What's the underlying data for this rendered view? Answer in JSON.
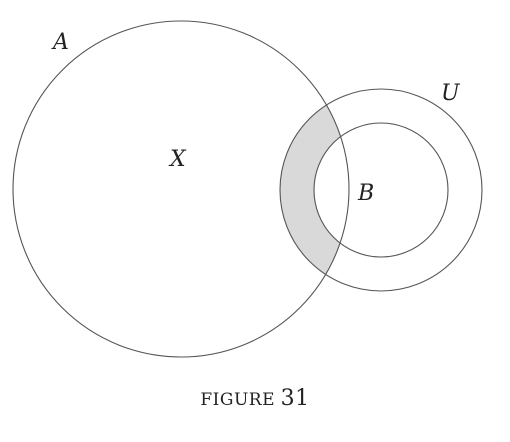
{
  "figure": {
    "labels": {
      "set_a": "A",
      "set_x": "X",
      "set_u": "U",
      "set_b": "B"
    },
    "caption": {
      "word": "Figure",
      "number": "31"
    },
    "colors": {
      "stroke": "#555555",
      "shaded_region": "#d9d9d9",
      "text": "#222222"
    }
  }
}
